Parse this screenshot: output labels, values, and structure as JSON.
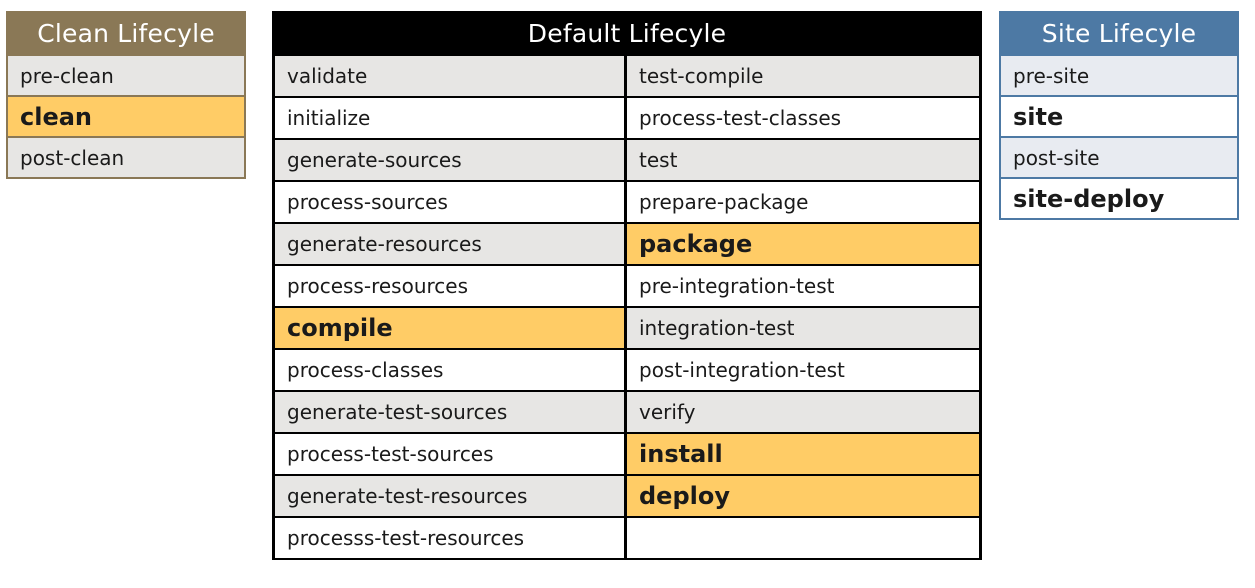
{
  "colors": {
    "clean_header_bg": "#8A7856",
    "default_header_bg": "#000000",
    "site_header_bg": "#4D79A4",
    "highlight": "#FFCC66",
    "zebra_gray": "#E7E6E4",
    "zebra_blue_gray": "#E8EBF1",
    "white": "#FFFFFF",
    "text": "#1A1A1A",
    "header_text": "#FFFFFF"
  },
  "clean_lifecycle": {
    "title": "Clean Lifecyle",
    "phases": [
      {
        "label": "pre-clean",
        "fill": "gray",
        "highlighted": false
      },
      {
        "label": "clean",
        "fill": "orange",
        "highlighted": true
      },
      {
        "label": "post-clean",
        "fill": "gray",
        "highlighted": false
      }
    ]
  },
  "default_lifecycle": {
    "title": "Default Lifecyle",
    "rows": [
      {
        "left": {
          "label": "validate",
          "fill": "gray",
          "highlighted": false
        },
        "right": {
          "label": "test-compile",
          "fill": "gray",
          "highlighted": false
        }
      },
      {
        "left": {
          "label": "initialize",
          "fill": "white",
          "highlighted": false
        },
        "right": {
          "label": "process-test-classes",
          "fill": "white",
          "highlighted": false
        }
      },
      {
        "left": {
          "label": "generate-sources",
          "fill": "gray",
          "highlighted": false
        },
        "right": {
          "label": "test",
          "fill": "gray",
          "highlighted": false
        }
      },
      {
        "left": {
          "label": "process-sources",
          "fill": "white",
          "highlighted": false
        },
        "right": {
          "label": "prepare-package",
          "fill": "white",
          "highlighted": false
        }
      },
      {
        "left": {
          "label": "generate-resources",
          "fill": "gray",
          "highlighted": false
        },
        "right": {
          "label": "package",
          "fill": "orange",
          "highlighted": true
        }
      },
      {
        "left": {
          "label": "process-resources",
          "fill": "white",
          "highlighted": false
        },
        "right": {
          "label": "pre-integration-test",
          "fill": "white",
          "highlighted": false
        }
      },
      {
        "left": {
          "label": "compile",
          "fill": "orange",
          "highlighted": true
        },
        "right": {
          "label": "integration-test",
          "fill": "gray",
          "highlighted": false
        }
      },
      {
        "left": {
          "label": "process-classes",
          "fill": "white",
          "highlighted": false
        },
        "right": {
          "label": "post-integration-test",
          "fill": "white",
          "highlighted": false
        }
      },
      {
        "left": {
          "label": "generate-test-sources",
          "fill": "gray",
          "highlighted": false
        },
        "right": {
          "label": "verify",
          "fill": "gray",
          "highlighted": false
        }
      },
      {
        "left": {
          "label": "process-test-sources",
          "fill": "white",
          "highlighted": false
        },
        "right": {
          "label": "install",
          "fill": "orange",
          "highlighted": true
        }
      },
      {
        "left": {
          "label": "generate-test-resources",
          "fill": "gray",
          "highlighted": false
        },
        "right": {
          "label": "deploy",
          "fill": "orange",
          "highlighted": true
        }
      },
      {
        "left": {
          "label": "processs-test-resources",
          "fill": "white",
          "highlighted": false
        },
        "right": {
          "label": "",
          "fill": "white",
          "highlighted": false
        }
      }
    ]
  },
  "site_lifecycle": {
    "title": "Site Lifecyle",
    "phases": [
      {
        "label": "pre-site",
        "fill": "blue-gray",
        "highlighted": false,
        "emphasized": false
      },
      {
        "label": "site",
        "fill": "white",
        "highlighted": false,
        "emphasized": true
      },
      {
        "label": "post-site",
        "fill": "blue-gray",
        "highlighted": false,
        "emphasized": false
      },
      {
        "label": "site-deploy",
        "fill": "white",
        "highlighted": false,
        "emphasized": true
      }
    ]
  }
}
